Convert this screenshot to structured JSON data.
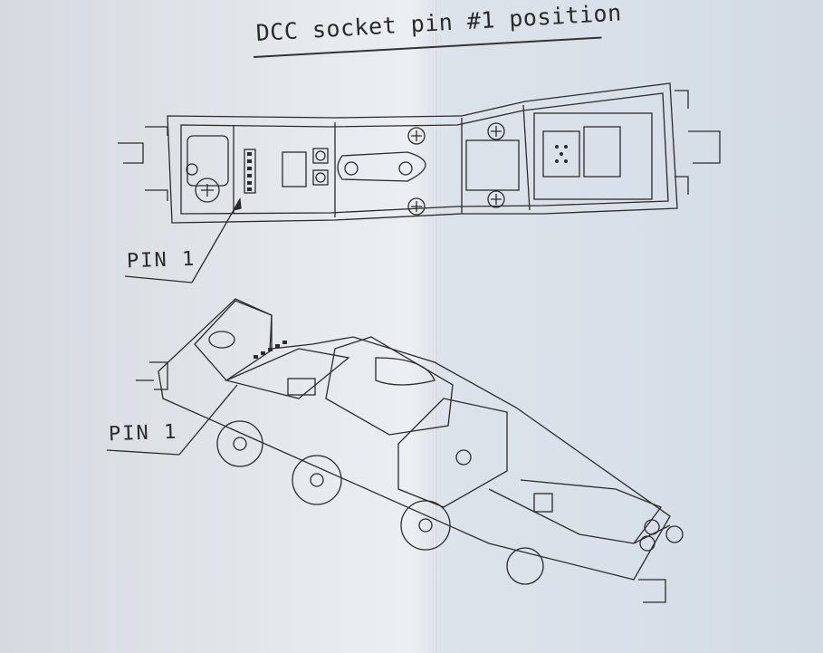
{
  "title": "DCC socket pin #1 position",
  "top_view": {
    "pin_label": "PIN 1"
  },
  "iso_view": {
    "pin_label": "PIN 1"
  }
}
